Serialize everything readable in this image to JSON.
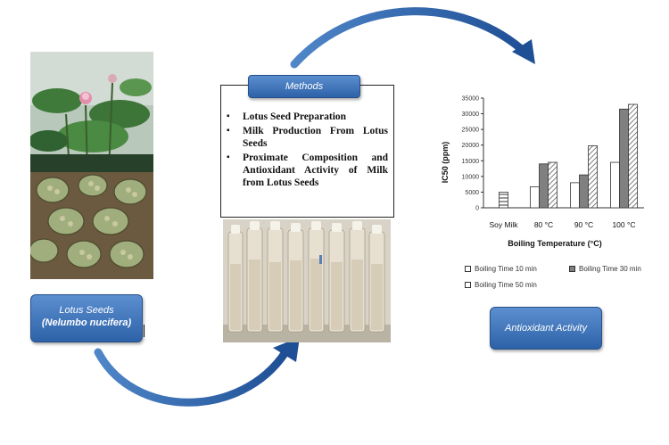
{
  "left_panel": {
    "label_line1": "Lotus Seeds",
    "label_line2": "(Nelumbo nucifera)"
  },
  "methods": {
    "title": "Methods",
    "items": [
      "Lotus Seed Preparation",
      "Milk Production From Lotus Seeds",
      "Proximate Composition and Antioxidant Activity of Milk from Lotus Seeds"
    ]
  },
  "right_panel": {
    "label": "Antioxidant Activity"
  },
  "chart_data": {
    "type": "bar",
    "categories": [
      "Soy Milk",
      "80 °C",
      "90 °C",
      "100 °C"
    ],
    "xlabel": "Boiling Temperature (°C)",
    "ylabel": "IC50 (ppm)",
    "ylim": [
      0,
      35000
    ],
    "yticks": [
      "0",
      "5000",
      "10000",
      "15000",
      "20000",
      "25000",
      "30000",
      "35000"
    ],
    "series": [
      {
        "name": "Boiling Time 10 min",
        "values": [
          null,
          6700,
          8000,
          14500
        ],
        "color": "#ffffff",
        "pattern": "white"
      },
      {
        "name": "Boiling Time 30 min",
        "values": [
          null,
          14000,
          10500,
          31500
        ],
        "color": "#808080",
        "pattern": "gray"
      },
      {
        "name": "Boiling Time 50 min",
        "values": [
          null,
          14500,
          19800,
          33000
        ],
        "color": "#ffffff",
        "pattern": "hatch"
      },
      {
        "name": "Soy Milk",
        "values": [
          5000,
          null,
          null,
          null
        ],
        "color": "#ffffff",
        "pattern": "striped"
      }
    ],
    "legend": [
      "Boiling Time 10 min",
      "Boiling Time 30 min",
      "Boiling Time 50 min"
    ],
    "grid": false,
    "legend_position": "bottom"
  }
}
